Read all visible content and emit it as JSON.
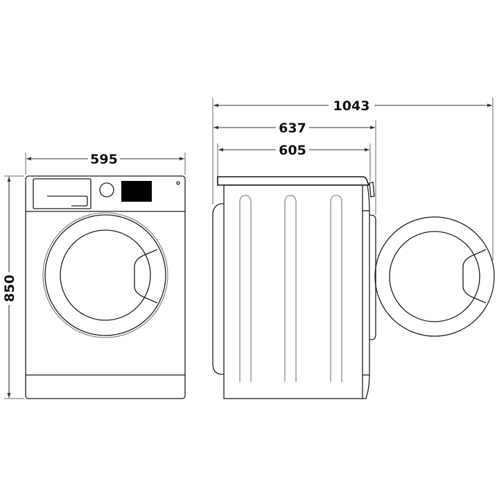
{
  "diagram": {
    "subject": "Washing machine dimensions",
    "units": "mm",
    "views": {
      "front": {
        "label": "front-view"
      },
      "side": {
        "label": "side-view"
      },
      "door_open": {
        "label": "door-open-view"
      }
    },
    "dimensions": {
      "width": "595",
      "height": "850",
      "depth_body": "605",
      "depth_with_door": "637",
      "depth_door_open": "1043"
    },
    "colors": {
      "line": "#1a1a1a",
      "display_panel": "#000000",
      "background": "#ffffff"
    }
  }
}
